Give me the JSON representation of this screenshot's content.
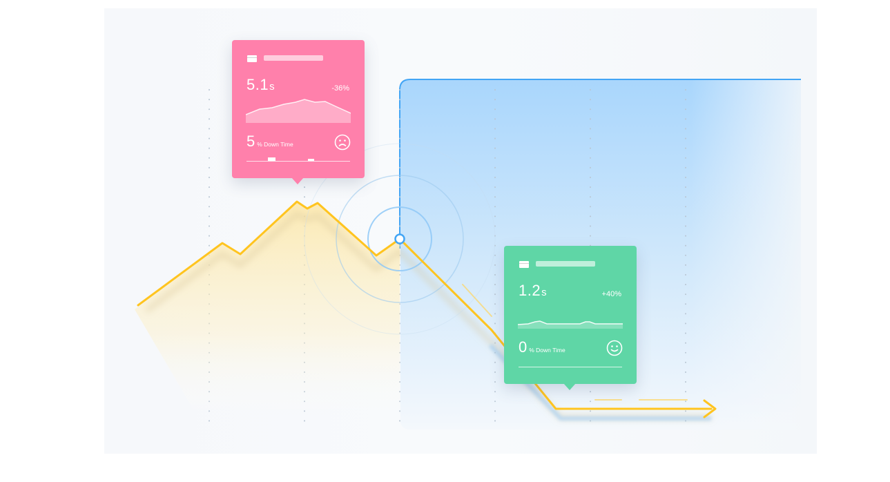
{
  "cards": {
    "pink": {
      "metric_value": "5.1",
      "metric_unit": "s",
      "change": "-36%",
      "downtime_value": "5",
      "downtime_label": "% Down Time",
      "mood": "sad-face-icon",
      "color": "#ff80ab"
    },
    "green": {
      "metric_value": "1.2",
      "metric_unit": "s",
      "change": "+40%",
      "downtime_value": "0",
      "downtime_label": "% Down Time",
      "mood": "smile-face-icon",
      "color": "#5fd6a6"
    }
  },
  "colors": {
    "trend_line": "#ffc41f",
    "blue_accent": "#42a5f5",
    "blue_panel": "#b3dcff"
  }
}
